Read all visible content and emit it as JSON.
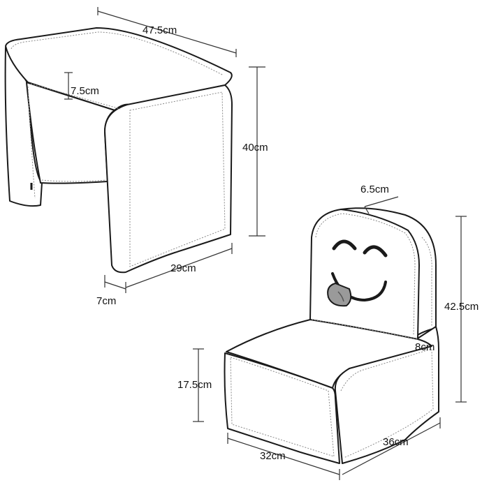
{
  "desk": {
    "width_label": "47.5cm",
    "cutout_label": "7.5cm",
    "height_label": "40cm",
    "depth_label": "29cm",
    "side_thickness_label": "7cm"
  },
  "chair": {
    "back_thickness_label": "6.5cm",
    "total_height_label": "42.5cm",
    "cushion_label": "8cm",
    "seat_height_label": "17.5cm",
    "width_label": "32cm",
    "depth_label": "36cm"
  },
  "colors": {
    "outline": "#1a1a1a",
    "stitching": "#8a8a8a",
    "tongue": "#9a9a9a",
    "background": "#ffffff"
  }
}
